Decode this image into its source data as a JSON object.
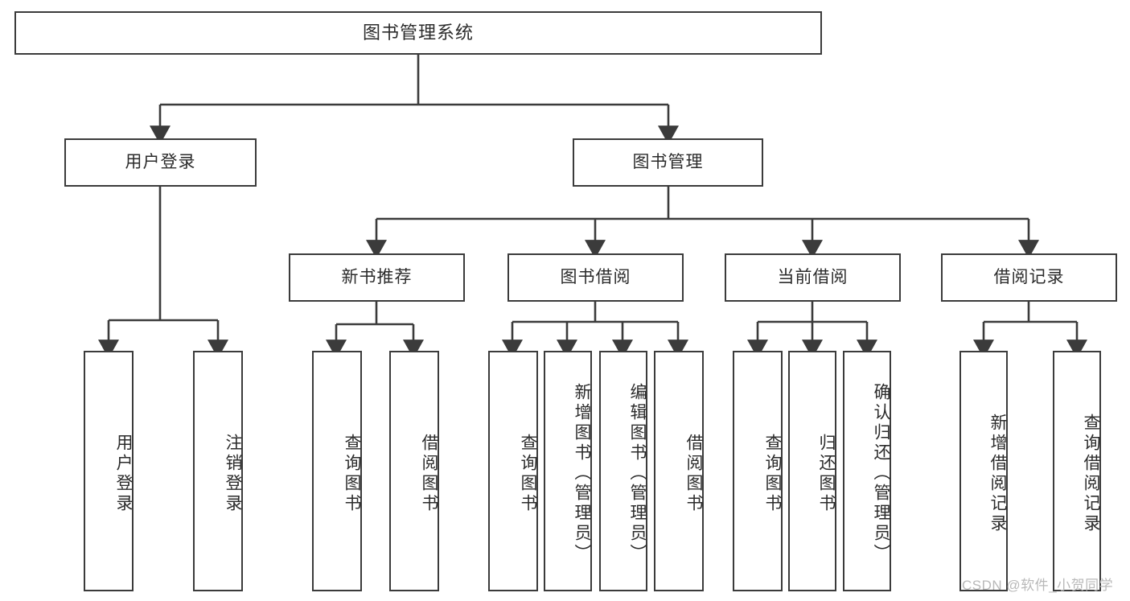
{
  "diagram": {
    "title": "图书管理系统",
    "type": "tree-hierarchy-chart",
    "root": {
      "label": "图书管理系统"
    },
    "level2": [
      {
        "label": "用户登录"
      },
      {
        "label": "图书管理"
      }
    ],
    "level3": [
      {
        "label": "新书推荐"
      },
      {
        "label": "图书借阅"
      },
      {
        "label": "当前借阅"
      },
      {
        "label": "借阅记录"
      }
    ],
    "leaves_user_login": [
      {
        "label": "用户登录"
      },
      {
        "label": "注销登录"
      }
    ],
    "leaves_new_book": [
      {
        "label": "查询图书"
      },
      {
        "label": "借阅图书"
      }
    ],
    "leaves_borrow": [
      {
        "label": "查询图书"
      },
      {
        "label": "新增图书（管理员）"
      },
      {
        "label": "编辑图书（管理员）"
      },
      {
        "label": "借阅图书"
      }
    ],
    "leaves_current": [
      {
        "label": "查询图书"
      },
      {
        "label": "归还图书"
      },
      {
        "label": "确认归还（管理员）"
      }
    ],
    "leaves_record": [
      {
        "label": "新增借阅记录"
      },
      {
        "label": "查询借阅记录"
      }
    ]
  },
  "watermark": {
    "text": "CSDN @软件_小贺同学"
  },
  "colors": {
    "border": "#3b3b3b",
    "text": "#2b2b2b",
    "background": "#ffffff",
    "watermark": "#b9b9b9"
  }
}
